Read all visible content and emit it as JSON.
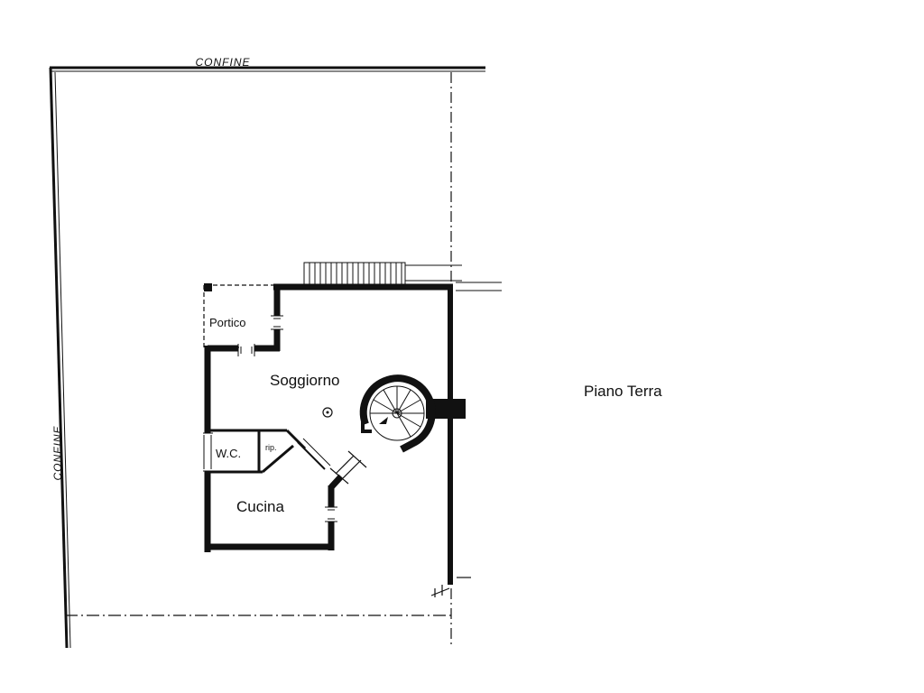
{
  "plan": {
    "title": "Piano Terra",
    "boundary_label_top": "CONFINE",
    "boundary_label_left": "CONFINE",
    "rooms": {
      "portico": "Portico",
      "soggiorno": "Soggiorno",
      "wc": "W.C.",
      "rip": "rip.",
      "cucina": "Cucina"
    },
    "colors": {
      "ink": "#111111",
      "background": "#ffffff"
    }
  }
}
